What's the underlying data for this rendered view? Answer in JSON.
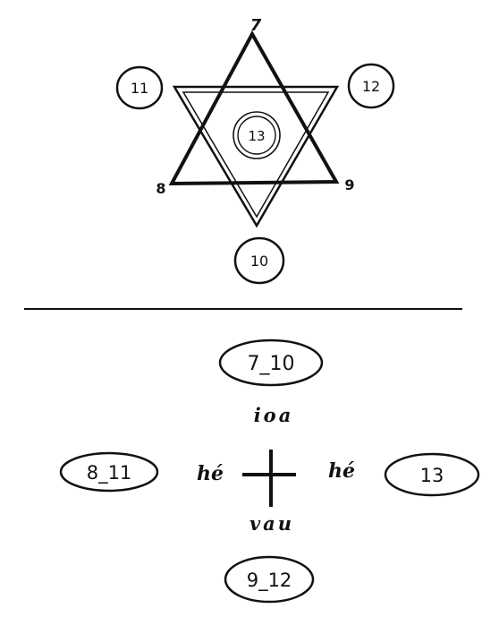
{
  "star": {
    "top_vertex": "7",
    "left_vertex": "8",
    "right_vertex": "9",
    "circles": {
      "bottom": "10",
      "upper_left": "11",
      "upper_right": "12",
      "center": "13"
    }
  },
  "formula": {
    "top_oval": "7_10",
    "top_word": "ioa",
    "left_oval": "8_11",
    "left_word": "hé",
    "right_word": "hé",
    "right_oval": "13",
    "bottom_word": "vau",
    "bottom_oval": "9_12"
  },
  "colors": {
    "ink": "#111111",
    "paper": "#ffffff"
  }
}
